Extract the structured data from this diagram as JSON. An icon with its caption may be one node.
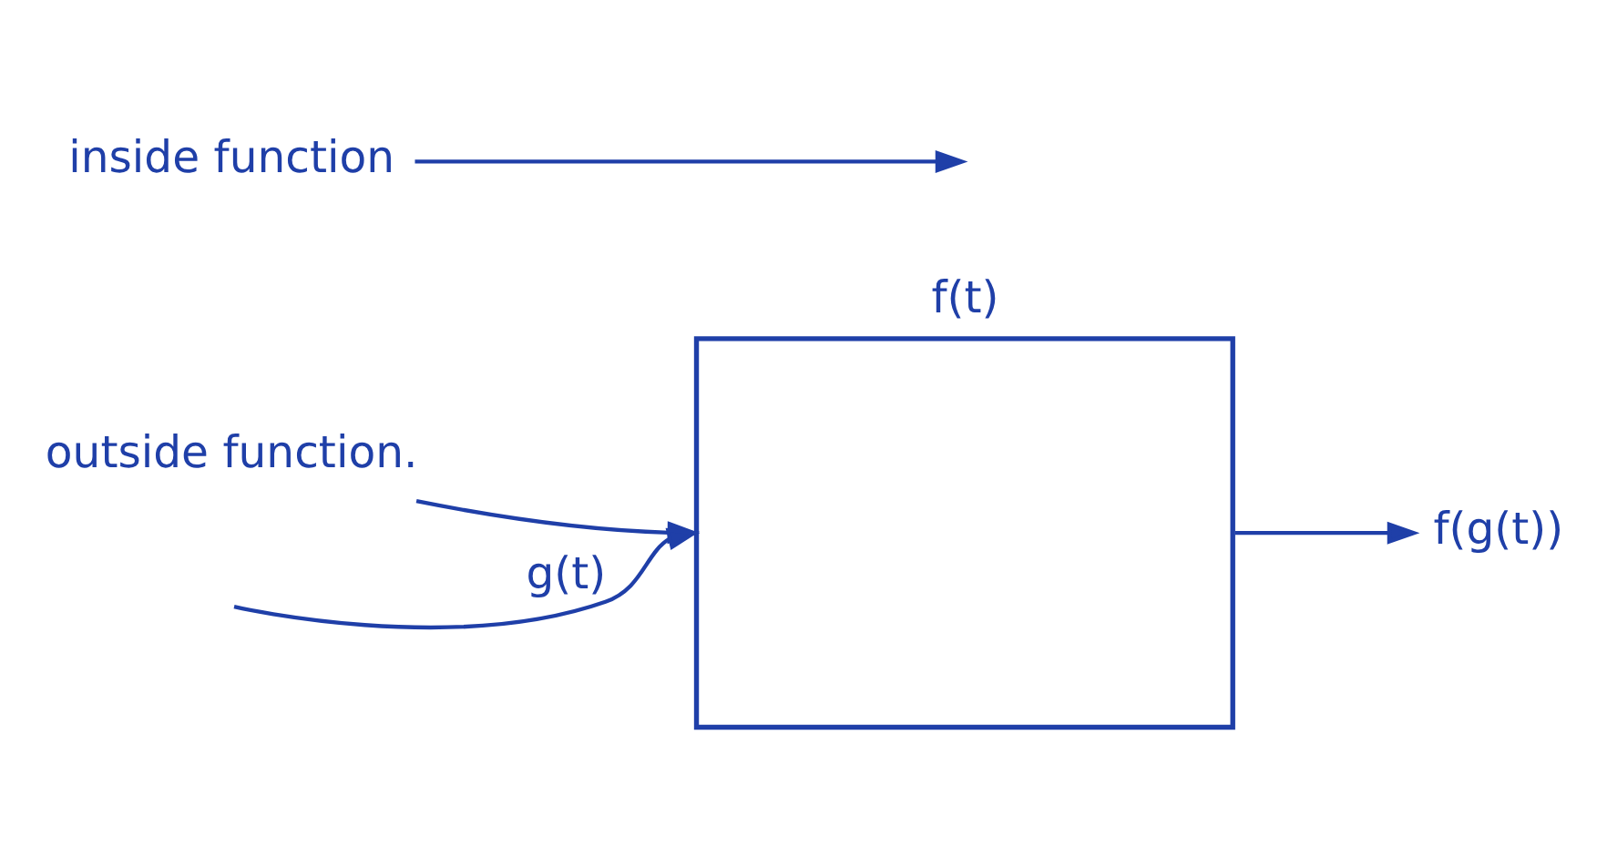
{
  "diagram": {
    "nodes": [
      {
        "text": [
          "f(t)"
        ]
      },
      {
        "text": [
          "outside function."
        ]
      },
      {
        "text": [
          "inside function"
        ]
      },
      {
        "text": [
          "f(g(t))"
        ]
      }
    ],
    "edges": [
      {
        "from": null,
        "to": 0,
        "label": "g(t)",
        "arrow": "to"
      },
      {
        "from": 0,
        "to": 3,
        "arrow": "to"
      },
      {
        "from": 1,
        "to": 0,
        "arrow": "to"
      },
      {
        "from": 2,
        "to": null,
        "arrow": "to"
      }
    ]
  }
}
